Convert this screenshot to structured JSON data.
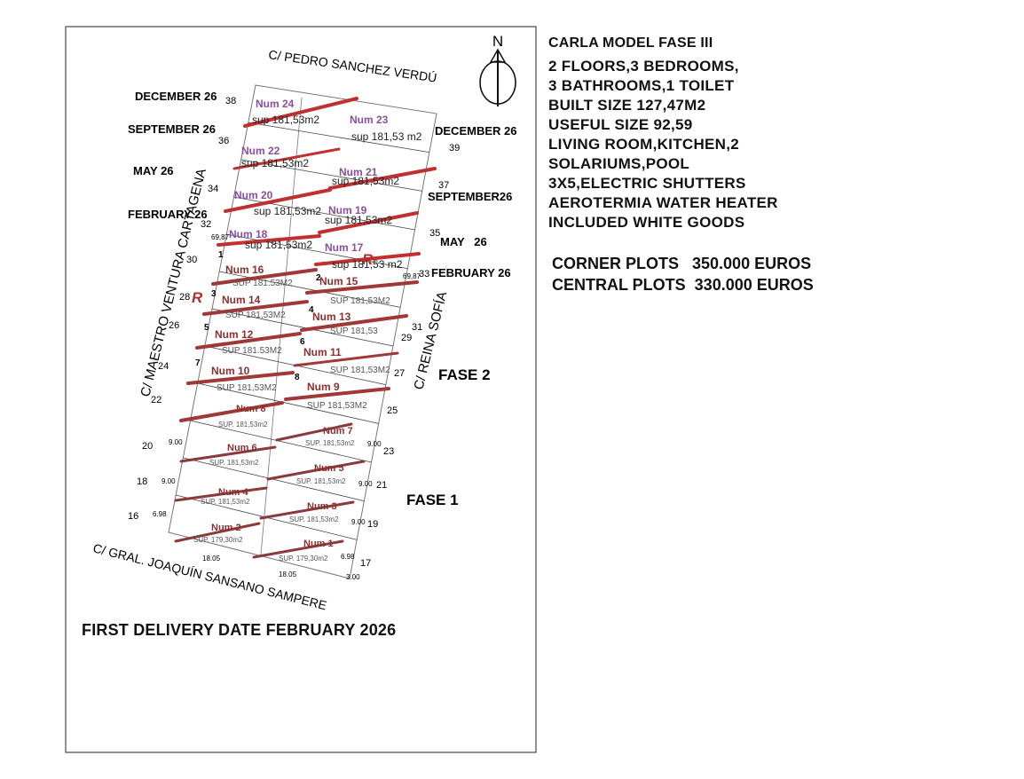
{
  "north_label": "N",
  "streets": {
    "top": "C/ PEDRO SANCHEZ VERDÚ",
    "left": "C/ MAESTRO VENTURA CARTAGENA",
    "right": "C/ REINA SOFÍA",
    "bottom": "C/ GRAL. JOAQUÍN SANSANO SAMPERE"
  },
  "phases": {
    "fase1": "FASE 1",
    "fase2": "FASE 2"
  },
  "left_dates": [
    "DECEMBER 26",
    "SEPTEMBER 26",
    "MAY 26",
    "FEBRUARY 26"
  ],
  "right_dates": [
    "DECEMBER 26",
    "SEPTEMBER26",
    "MAY   26",
    "FEBRUARY 26"
  ],
  "left_numbers": [
    "38",
    "36",
    "34",
    "32",
    "30",
    "28",
    "26",
    "24",
    "22",
    "20",
    "18",
    "16"
  ],
  "right_numbers": [
    "39",
    "37",
    "35",
    "33",
    "31",
    "29",
    "27",
    "25",
    "23",
    "21",
    "19",
    "17"
  ],
  "inner_numbers": [
    "1",
    "2",
    "3",
    "4",
    "5",
    "6",
    "7",
    "8"
  ],
  "dims": [
    "69,87",
    "69,87",
    "9.00",
    "9.00",
    "9.00",
    "9.00",
    "6.98",
    "9.00",
    "6.98",
    "3.00",
    "18.05",
    "18.05"
  ],
  "plots": [
    {
      "num": "Num 24",
      "sup": "sup 181,53m2"
    },
    {
      "num": "Num 23",
      "sup": "sup 181,53 m2"
    },
    {
      "num": "Num 22",
      "sup": "sup 181,53m2"
    },
    {
      "num": "Num 21",
      "sup": "sup 181,53m2"
    },
    {
      "num": "Num 20",
      "sup": "sup 181,53m2"
    },
    {
      "num": "Num 19",
      "sup": "sup 181,53m2"
    },
    {
      "num": "Num 18",
      "sup": "sup 181,53m2"
    },
    {
      "num": "Num 17",
      "sup": "sup 181,53 m2"
    },
    {
      "num": "Num 16",
      "sup": "SUP 181.53M2"
    },
    {
      "num": "Num 15",
      "sup": "SUP 181,53M2"
    },
    {
      "num": "Num 14",
      "sup": "SUP 181,53M2"
    },
    {
      "num": "Num 13",
      "sup": "SUP 181,53"
    },
    {
      "num": "Num 12",
      "sup": "SUP 181.53M2"
    },
    {
      "num": "Num 11",
      "sup": "SUP 181,53M2"
    },
    {
      "num": "Num 10",
      "sup": "SUP 181,53M2"
    },
    {
      "num": "Num 9",
      "sup": "SUP 181,53M2"
    },
    {
      "num": "Num 8",
      "sup": "SUP. 181,53m2"
    },
    {
      "num": "Num 7",
      "sup": "SUP. 181,53m2"
    },
    {
      "num": "Num 6",
      "sup": "SUP. 181,53m2"
    },
    {
      "num": "Num 5",
      "sup": "SUP. 181,53m2"
    },
    {
      "num": "Num 4",
      "sup": "SUP. 181,53m2"
    },
    {
      "num": "Num 3",
      "sup": "SUP. 181,53m2"
    },
    {
      "num": "Num 2",
      "sup": "SUP. 179,30m2"
    },
    {
      "num": "Num 1",
      "sup": "SUP. 179,30m2"
    }
  ],
  "reserved_mark": "R",
  "info": {
    "title": "CARLA MODEL FASE  III",
    "lines": [
      "2 FLOORS,3 BEDROOMS,",
      "3 BATHROOMS,1 TOILET",
      "BUILT SIZE 127,47M2",
      "USEFUL SIZE 92,59",
      "LIVING ROOM,KITCHEN,2",
      "SOLARIUMS,POOL",
      "3X5,ELECTRIC SHUTTERS",
      "AEROTERMIA WATER HEATER",
      "INCLUDED WHITE GOODS"
    ]
  },
  "prices": {
    "corner": "CORNER PLOTS   350.000 EUROS",
    "central": "CENTRAL PLOTS  330.000 EUROS"
  },
  "delivery": "FIRST DELIVERY DATE FEBRUARY 2026",
  "colors": {
    "divider": "#b02a2a",
    "fase1_divider": "#8a3a3a",
    "label": "#8a4fa0",
    "label_dark": "#7a3030"
  }
}
